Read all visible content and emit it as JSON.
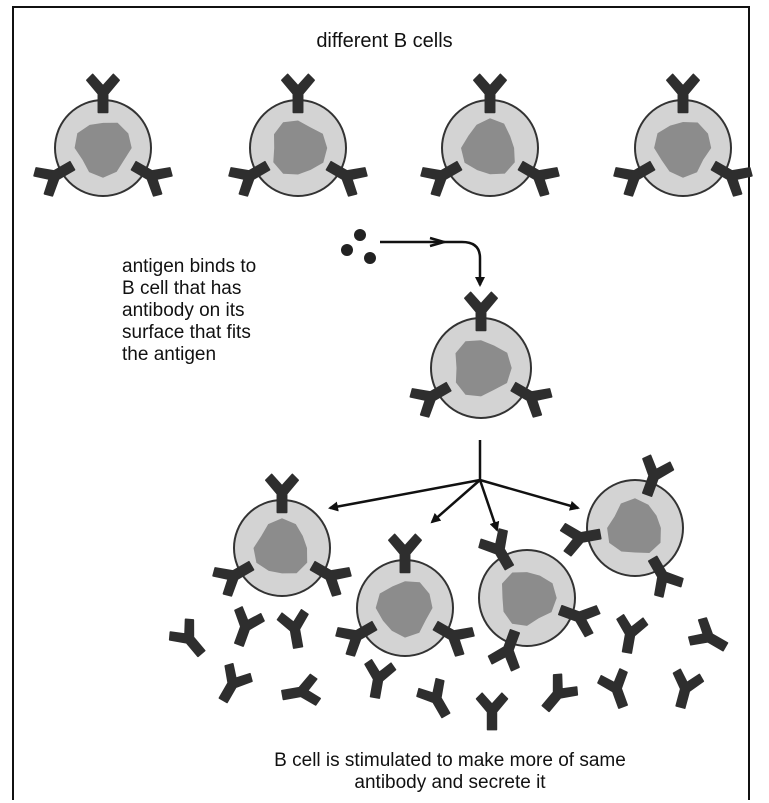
{
  "title": "different B cells",
  "binding_text": [
    "antigen binds to",
    "B cell that has",
    "antibody on its",
    "surface that fits",
    "the antigen"
  ],
  "caption": [
    "B cell is stimulated to make more of same",
    "antibody and secrete it"
  ],
  "colors": {
    "cell_fill": "#d3d3d3",
    "nucleus": "#8c8c8c",
    "antibody": "#2e2e2e",
    "outline": "#333333"
  }
}
